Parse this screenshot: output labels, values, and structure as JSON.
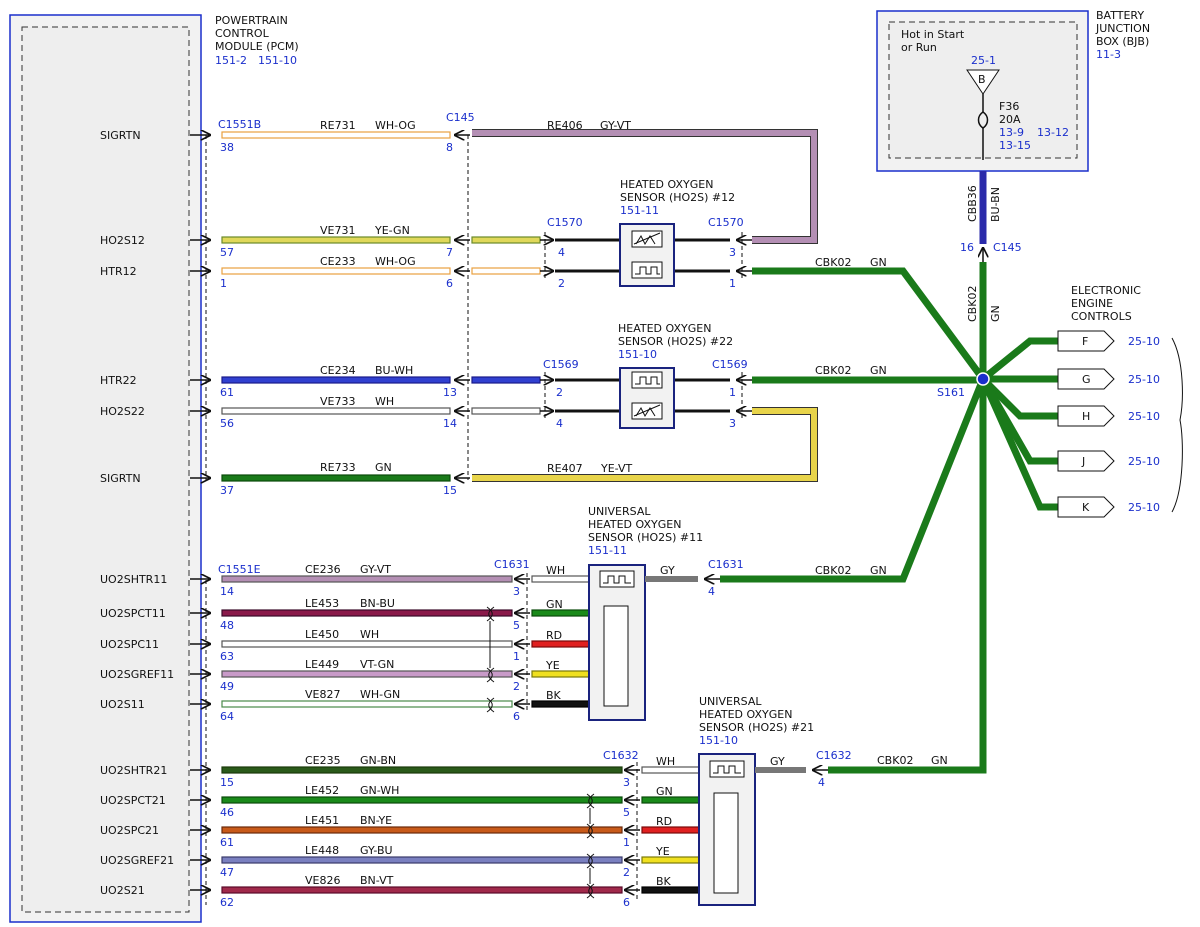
{
  "pcm": {
    "title_lines": [
      "POWERTRAIN",
      "CONTROL",
      "MODULE (PCM)"
    ],
    "refs": [
      "151-2",
      "151-10"
    ]
  },
  "bjb": {
    "title_lines": [
      "BATTERY",
      "JUNCTION",
      "BOX (BJB)"
    ],
    "ref": "11-3",
    "hot_lines": [
      "Hot in Start",
      "or Run"
    ],
    "fuse_ref": "25-1",
    "fuse_pin": "B",
    "fuse_name": "F36",
    "fuse_rating": "20A",
    "fuse_refs": [
      "13-9",
      "13-12",
      "13-15"
    ],
    "wire_circuit": "CBB36",
    "wire_color": "BU-BN",
    "c145_pin": "16",
    "c145_label": "C145"
  },
  "connectors": {
    "c1551b": "C1551B",
    "c1551e": "C1551E",
    "c145": "C145",
    "c1570_a": "C1570",
    "c1570_b": "C1570",
    "c1569_a": "C1569",
    "c1569_b": "C1569",
    "c1631_a": "C1631",
    "c1631_b": "C1631",
    "c1632_a": "C1632",
    "c1632_b": "C1632"
  },
  "sensors": {
    "ho2s12": {
      "lines": [
        "HEATED OXYGEN",
        "SENSOR (HO2S) #12"
      ],
      "ref": "151-11"
    },
    "ho2s22": {
      "lines": [
        "HEATED OXYGEN",
        "SENSOR (HO2S) #22"
      ],
      "ref": "151-10"
    },
    "uho2s11": {
      "lines": [
        "UNIVERSAL",
        "HEATED OXYGEN",
        "SENSOR (HO2S) #11"
      ],
      "ref": "151-11"
    },
    "uho2s21": {
      "lines": [
        "UNIVERSAL",
        "HEATED OXYGEN",
        "SENSOR (HO2S) #21"
      ],
      "ref": "151-10"
    }
  },
  "top_rows": [
    {
      "signal": "SIGRTN",
      "pin": "38",
      "circuit": "RE731",
      "color": "WH-OG",
      "c145_pin": "8"
    },
    {
      "signal": "HO2S12",
      "pin": "57",
      "circuit": "VE731",
      "color": "YE-GN",
      "c145_pin": "7"
    },
    {
      "signal": "HTR12",
      "pin": "1",
      "circuit": "CE233",
      "color": "WH-OG",
      "c145_pin": "6"
    },
    {
      "signal": "HTR22",
      "pin": "61",
      "circuit": "CE234",
      "color": "BU-WH",
      "c145_pin": "13"
    },
    {
      "signal": "HO2S22",
      "pin": "56",
      "circuit": "VE733",
      "color": "WH",
      "c145_pin": "14"
    },
    {
      "signal": "SIGRTN",
      "pin": "37",
      "circuit": "RE733",
      "color": "GN",
      "c145_pin": "15"
    }
  ],
  "right_wires": {
    "re406": {
      "circuit": "RE406",
      "color": "GY-VT"
    },
    "re407": {
      "circuit": "RE407",
      "color": "YE-VT"
    },
    "ho2s12_pins": [
      "4",
      "2",
      "3",
      "1"
    ],
    "ho2s22_pins": [
      "2",
      "4",
      "1",
      "3"
    ],
    "cbk02_circuit": "CBK02",
    "cbk02_color": "GN"
  },
  "univ11_rows": [
    {
      "signal": "UO2SHTR11",
      "pin": "14",
      "circuit": "CE236",
      "color": "GY-VT",
      "sensor_pin": "3",
      "lead": "WH"
    },
    {
      "signal": "UO2SPCT11",
      "pin": "48",
      "circuit": "LE453",
      "color": "BN-BU",
      "sensor_pin": "5",
      "lead": "GN"
    },
    {
      "signal": "UO2SPC11",
      "pin": "63",
      "circuit": "LE450",
      "color": "WH",
      "sensor_pin": "1",
      "lead": "RD"
    },
    {
      "signal": "UO2SGREF11",
      "pin": "49",
      "circuit": "LE449",
      "color": "VT-GN",
      "sensor_pin": "2",
      "lead": "YE"
    },
    {
      "signal": "UO2S11",
      "pin": "64",
      "circuit": "VE827",
      "color": "WH-GN",
      "sensor_pin": "6",
      "lead": "BK"
    }
  ],
  "univ21_rows": [
    {
      "signal": "UO2SHTR21",
      "pin": "15",
      "circuit": "CE235",
      "color": "GN-BN",
      "sensor_pin": "3",
      "lead": "WH"
    },
    {
      "signal": "UO2SPCT21",
      "pin": "46",
      "circuit": "LE452",
      "color": "GN-WH",
      "sensor_pin": "5",
      "lead": "GN"
    },
    {
      "signal": "UO2SPC21",
      "pin": "61",
      "circuit": "LE451",
      "color": "BN-YE",
      "sensor_pin": "1",
      "lead": "RD"
    },
    {
      "signal": "UO2SGREF21",
      "pin": "47",
      "circuit": "LE448",
      "color": "GY-BU",
      "sensor_pin": "2",
      "lead": "YE"
    },
    {
      "signal": "UO2S21",
      "pin": "62",
      "circuit": "VE826",
      "color": "BN-VT",
      "sensor_pin": "6",
      "lead": "BK"
    }
  ],
  "heater_out": {
    "u11_lead": "GY",
    "u11_pin": "4",
    "u21_lead": "GY",
    "u21_pin": "4"
  },
  "vertical_labels": {
    "cbk02": "CBK02",
    "gn": "GN"
  },
  "splice": {
    "label": "S161"
  },
  "eec": {
    "title_lines": [
      "ELECTRONIC",
      "ENGINE",
      "CONTROLS"
    ],
    "items": [
      {
        "letter": "F",
        "ref": "25-10"
      },
      {
        "letter": "G",
        "ref": "25-10"
      },
      {
        "letter": "H",
        "ref": "25-10"
      },
      {
        "letter": "J",
        "ref": "25-10"
      },
      {
        "letter": "K",
        "ref": "25-10"
      }
    ]
  },
  "colors": {
    "line": "#111111",
    "blue_text": "#1a2fcc",
    "box_border": "#1a2fcc",
    "green": "#1a7a1a",
    "purple_gray": "#b48fb4",
    "yellow": "#e8d44a"
  }
}
